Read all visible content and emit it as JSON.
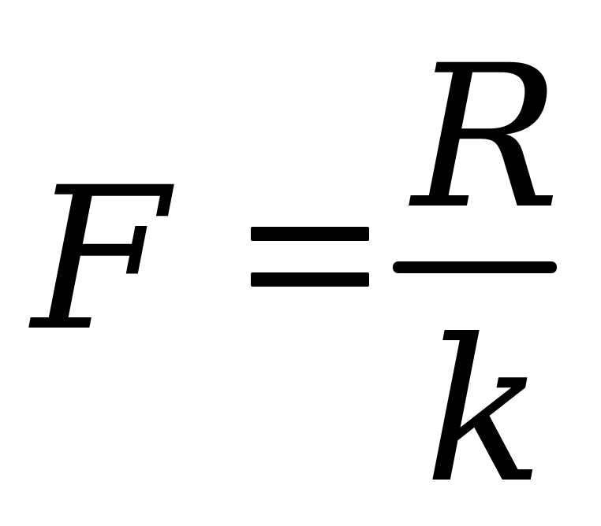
{
  "equation": {
    "lhs": "F",
    "numerator": "R",
    "denominator": "k"
  },
  "colors": {
    "ink": "#000000",
    "background": "#ffffff"
  }
}
